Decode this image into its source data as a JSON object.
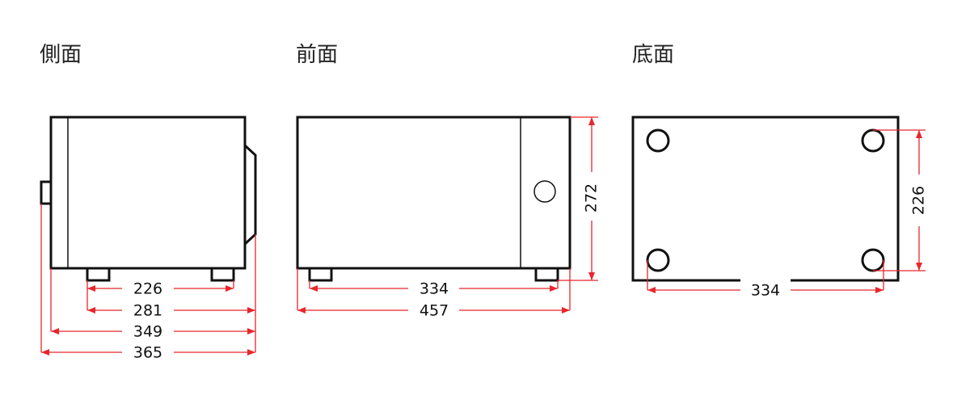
{
  "views": {
    "side": {
      "title": "側面",
      "dims": [
        "226",
        "281",
        "349",
        "365"
      ]
    },
    "front": {
      "title": "前面",
      "dims": [
        "334",
        "457",
        "272"
      ]
    },
    "bottom": {
      "title": "底面",
      "dims": [
        "334",
        "226"
      ]
    }
  },
  "colors": {
    "dimension": "#e8262b",
    "outline": "#111111"
  }
}
